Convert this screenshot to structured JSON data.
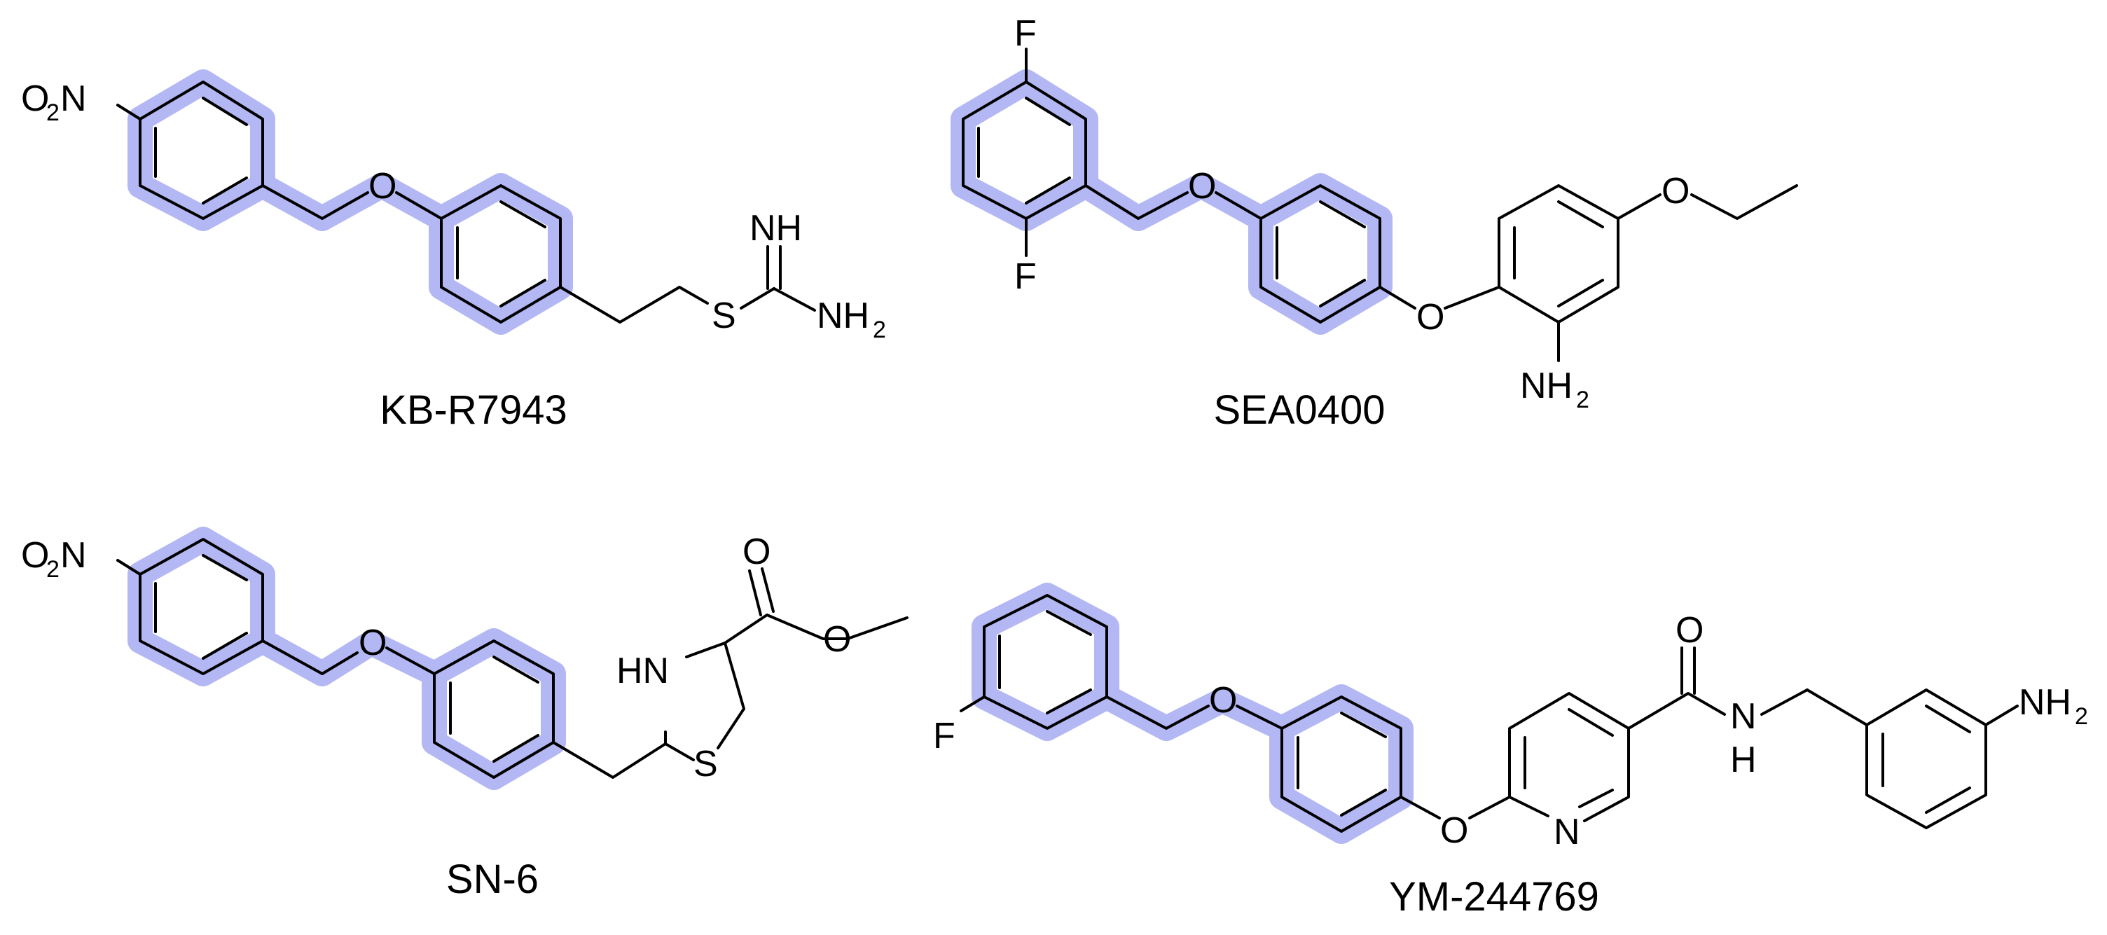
{
  "colors": {
    "highlight": "#b3b8f5",
    "bond": "#000000",
    "background": "#ffffff"
  },
  "compounds": [
    {
      "name": "KB-R7943",
      "labels": {
        "no2_o": "O",
        "no2_sub": "2",
        "no2_n": "N",
        "ether_o": "O",
        "imine": "NH",
        "s": "S",
        "nh2": "NH",
        "nh2_sub": "2"
      }
    },
    {
      "name": "SEA0400",
      "labels": {
        "f_top": "F",
        "f_bottom": "F",
        "ether_o": "O",
        "ether_o2": "O",
        "ethoxy_o": "O",
        "nh2": "NH",
        "nh2_sub": "2"
      }
    },
    {
      "name": "SN-6",
      "labels": {
        "no2_o": "O",
        "no2_sub": "2",
        "no2_n": "N",
        "ether_o": "O",
        "carbonyl_o": "O",
        "ester_o": "O",
        "hn": "HN",
        "s": "S"
      }
    },
    {
      "name": "YM-244769",
      "labels": {
        "f": "F",
        "ether_o": "O",
        "ether_o2": "O",
        "pyridine_n": "N",
        "carbonyl_o": "O",
        "amide_n": "N",
        "amide_h": "H",
        "nh2": "NH",
        "nh2_sub": "2"
      }
    }
  ]
}
